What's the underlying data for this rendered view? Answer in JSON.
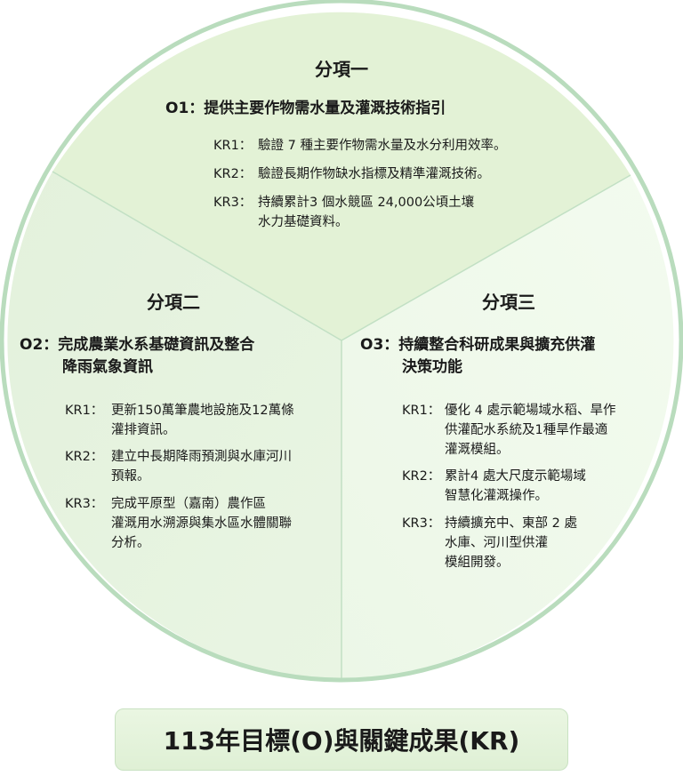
{
  "colors": {
    "top": "#e3f2d6",
    "left": "#e5f3df",
    "right": "#eef8ea",
    "border": "#b9dcbd",
    "divider": "#c2e0c4"
  },
  "sections": [
    {
      "heading": "分項一",
      "objective": [
        "O1：提供主要作物需水量及灌溉技術指引"
      ],
      "krs": [
        {
          "label": "KR1：",
          "lines": [
            "驗證 7 種主要作物需水量及水分利用效率。"
          ]
        },
        {
          "label": "KR2：",
          "lines": [
            "驗證長期作物缺水指標及精準灌溉技術。"
          ]
        },
        {
          "label": "KR3：",
          "lines": [
            "持續累計3 個水競區 24,000公頃土壤",
            "水力基礎資料。"
          ]
        }
      ]
    },
    {
      "heading": "分項二",
      "objective": [
        "O2：完成農業水系基礎資訊及整合",
        "降雨氣象資訊"
      ],
      "krs": [
        {
          "label": "KR1：",
          "lines": [
            "更新150萬筆農地設施及12萬條",
            "灌排資訊。"
          ]
        },
        {
          "label": "KR2：",
          "lines": [
            "建立中長期降雨預測與水庫河川",
            "預報。"
          ]
        },
        {
          "label": "KR3：",
          "lines": [
            "完成平原型（嘉南）農作區",
            "灌溉用水溯源與集水區水體關聯",
            "分析。"
          ]
        }
      ]
    },
    {
      "heading": "分項三",
      "objective": [
        "O3：持續整合科研成果與擴充供灌",
        "決策功能"
      ],
      "krs": [
        {
          "label": "KR1：",
          "lines": [
            "優化 4 處示範場域水稻、旱作",
            "供灌配水系統及1種旱作最適",
            "灌溉模組。"
          ]
        },
        {
          "label": "KR2：",
          "lines": [
            "累計4 處大尺度示範場域",
            "智慧化灌溉操作。"
          ]
        },
        {
          "label": "KR3：",
          "lines": [
            "持續擴充中、東部 2 處",
            "水庫、河川型供灌",
            "模組開發。"
          ]
        }
      ]
    }
  ],
  "footer": {
    "title": "113年目標(O)與關鍵成果(KR)"
  }
}
